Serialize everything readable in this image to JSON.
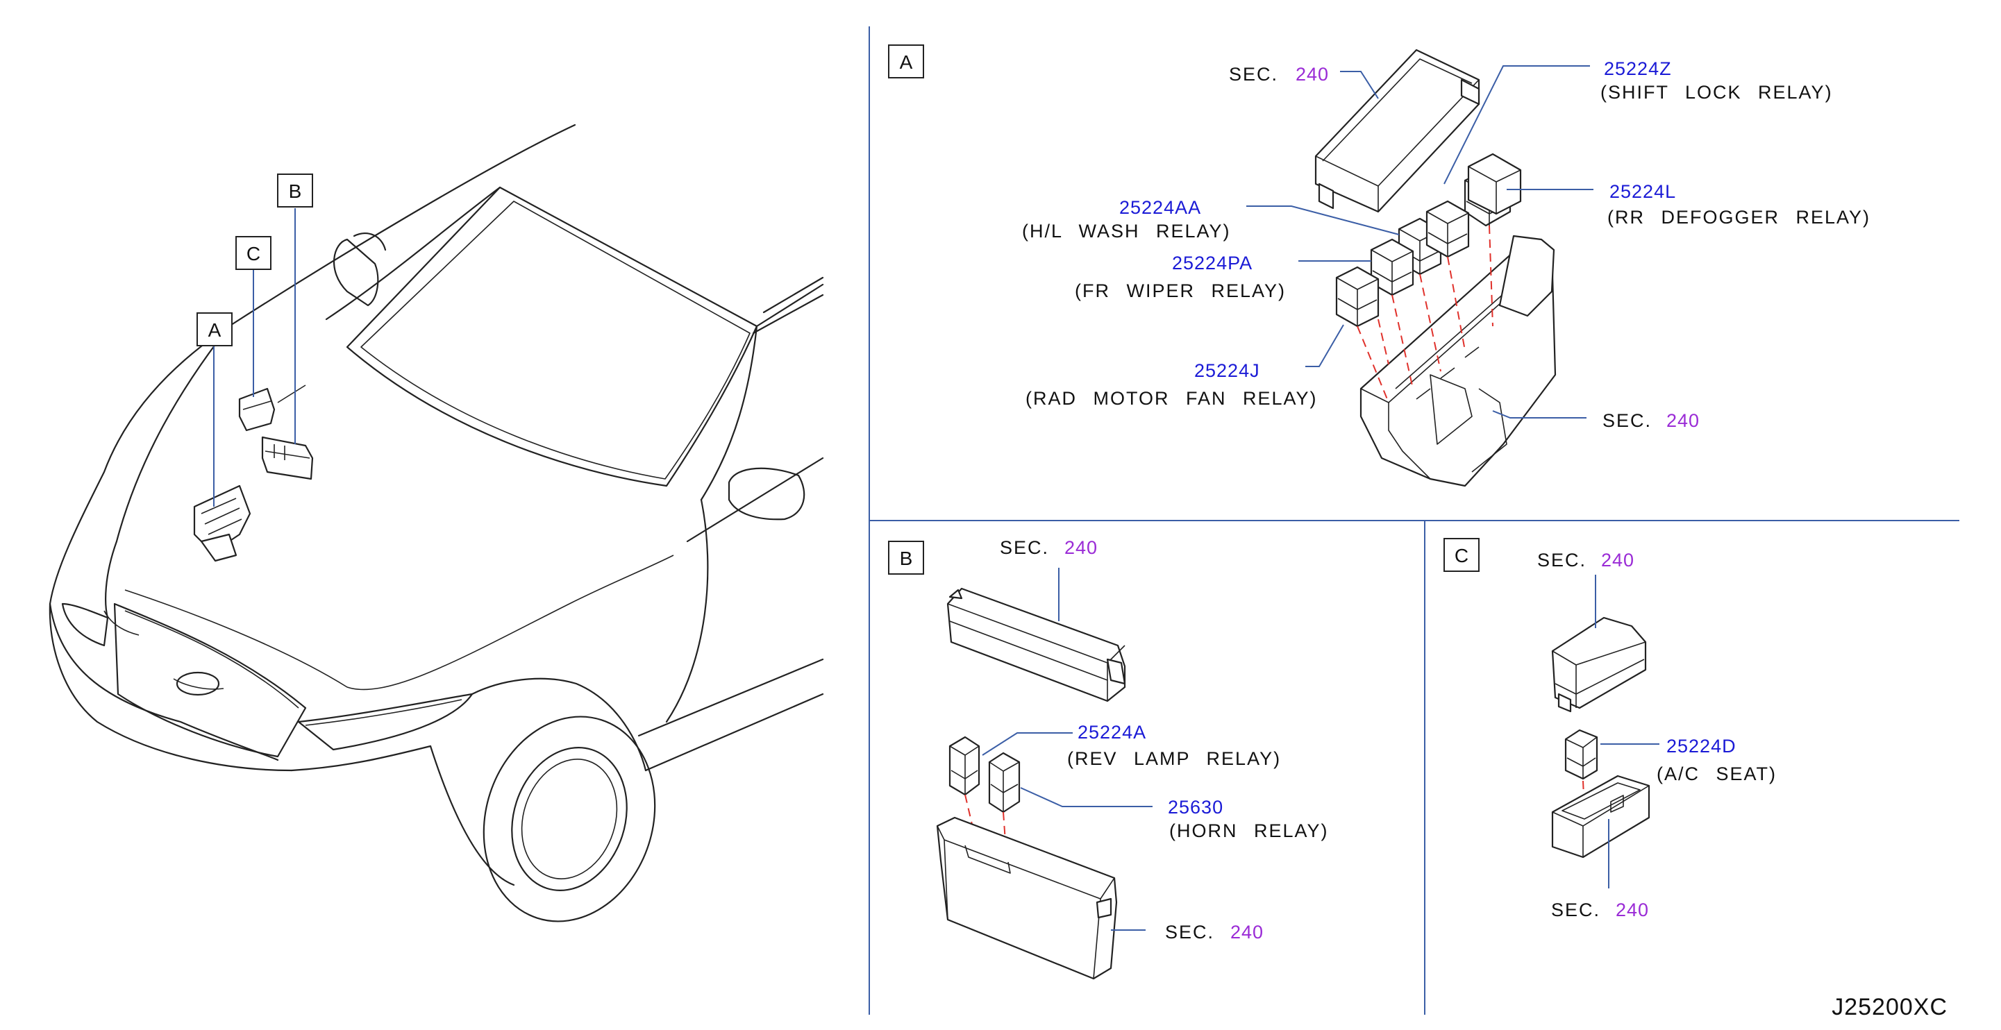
{
  "locator_labels": [
    "A",
    "B",
    "C"
  ],
  "sections": {
    "a": {
      "label": "A"
    },
    "b": {
      "label": "B"
    },
    "c": {
      "label": "C"
    }
  },
  "sec_word": "SEC.",
  "sec_number": "240",
  "parts": {
    "shift_lock": {
      "number": "25224Z",
      "name": "(SHIFT LOCK RELAY)"
    },
    "rr_defogger": {
      "number": "25224L",
      "name": "(RR DEFOGGER RELAY)"
    },
    "hl_wash": {
      "number": "25224AA",
      "name": "(H/L WASH RELAY)"
    },
    "fr_wiper": {
      "number": "25224PA",
      "name": "(FR WIPER RELAY)"
    },
    "rad_motor": {
      "number": "25224J",
      "name": "(RAD MOTOR FAN RELAY)"
    },
    "rev_lamp": {
      "number": "25224A",
      "name": "(REV LAMP RELAY)"
    },
    "horn": {
      "number": "25630",
      "name": "(HORN RELAY)"
    },
    "ac_seat": {
      "number": "25224D",
      "name": "(A/C SEAT)"
    }
  },
  "diagram_code": "J25200XC",
  "colors": {
    "line": "#222222",
    "leader": "#3b5ea6",
    "part_number": "#1a1ad6",
    "section_number": "#9a2bd6",
    "guide": "#e0312b"
  }
}
